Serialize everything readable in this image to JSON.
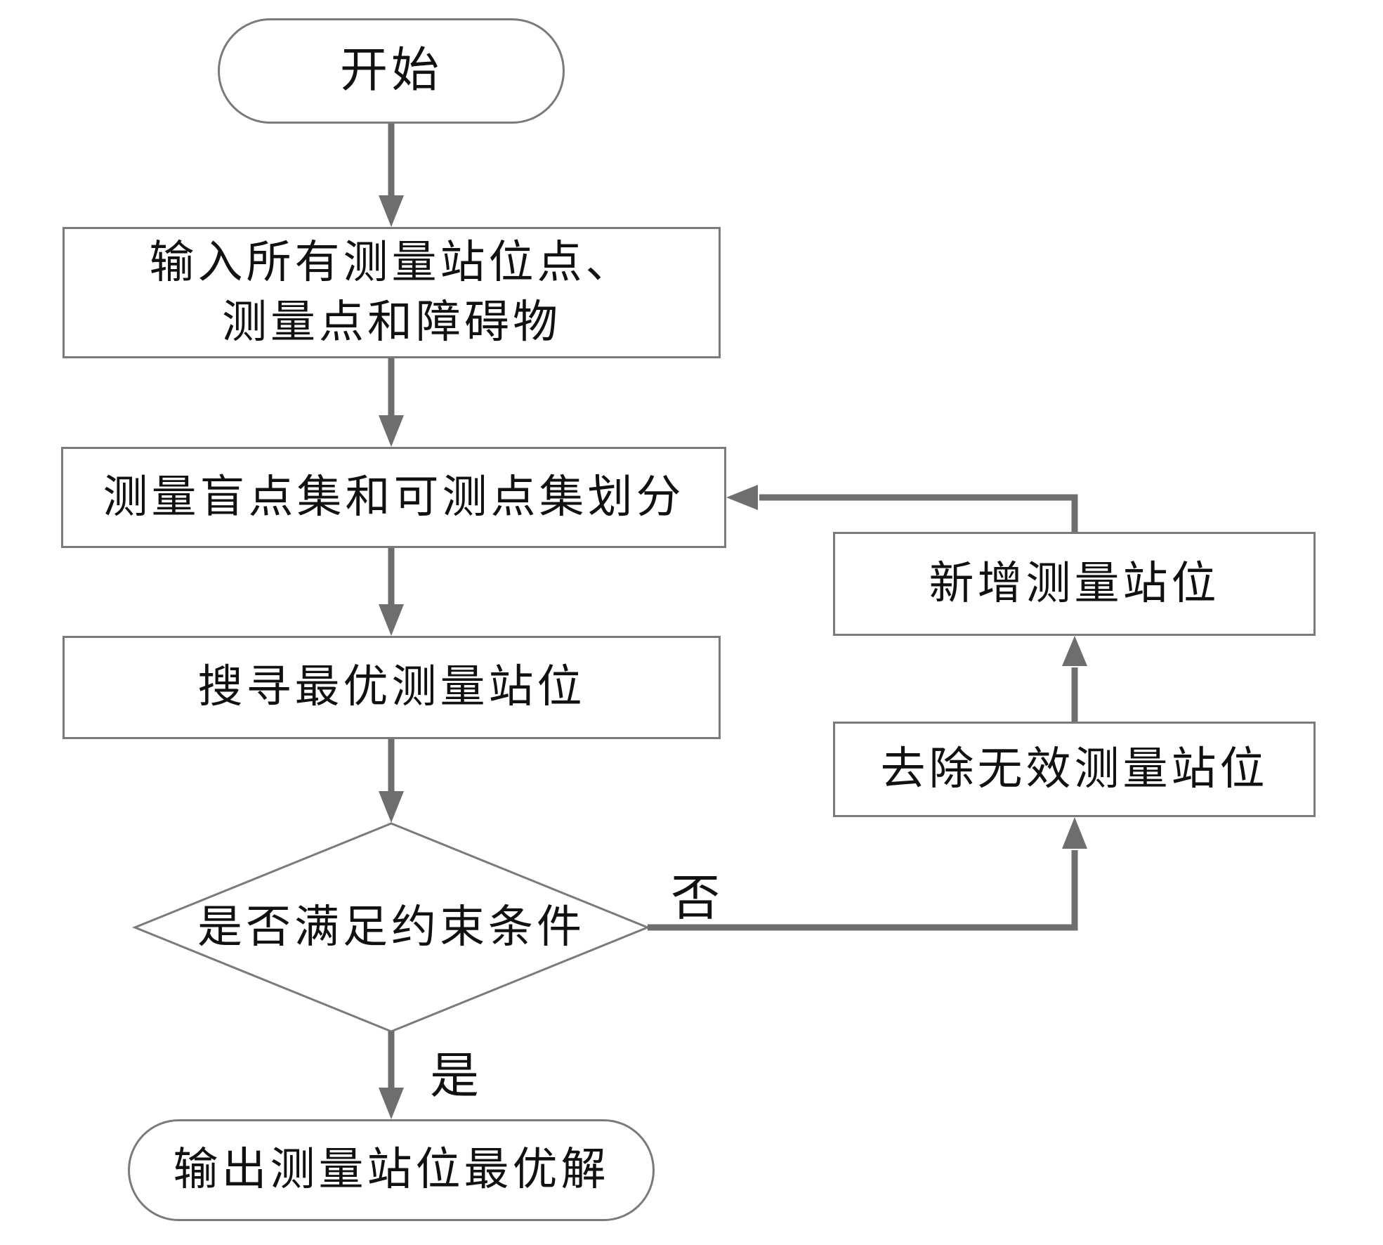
{
  "flowchart": {
    "nodes": {
      "start": {
        "label": "开始"
      },
      "input": {
        "line1": "输入所有测量站位点、",
        "line2": "测量点和障碍物"
      },
      "partition": {
        "label": "测量盲点集和可测点集划分"
      },
      "search": {
        "label": "搜寻最优测量站位"
      },
      "decision": {
        "label": "是否满足约束条件"
      },
      "output": {
        "label": "输出测量站位最优解"
      },
      "add_station": {
        "label": "新增测量站位"
      },
      "remove_station": {
        "label": "去除无效测量站位"
      }
    },
    "edge_labels": {
      "yes": "是",
      "no": "否"
    },
    "colors": {
      "box_border": "#7a7a7a",
      "arrow": "#6e6e6e",
      "text": "#111111",
      "background": "#ffffff"
    }
  }
}
